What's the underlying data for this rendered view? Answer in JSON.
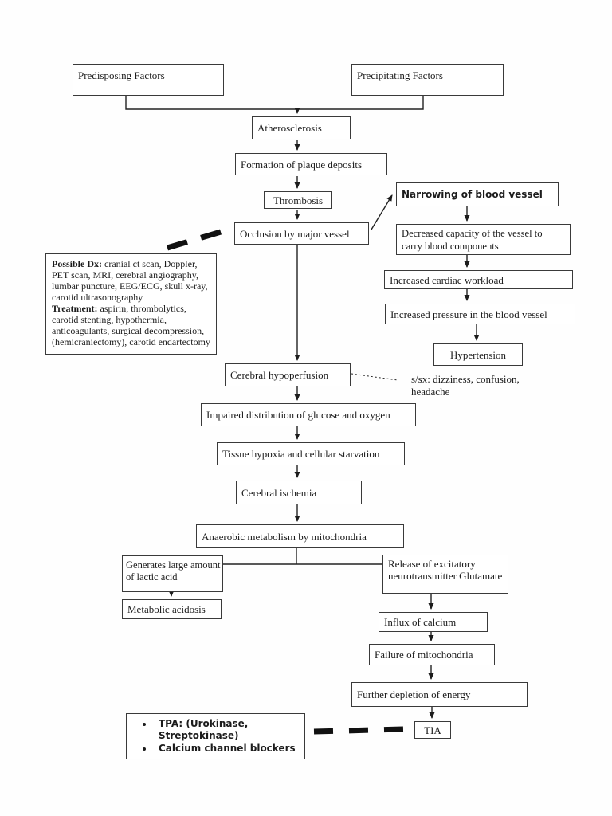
{
  "page": {
    "background": "#ffffff",
    "line_color": "#222222",
    "text_color": "#1c1c1c"
  },
  "flowchart": {
    "nodes": {
      "predisposing": "Predisposing Factors",
      "precipitating": "Precipitating Factors",
      "atherosclerosis": "Atherosclerosis",
      "plaque": "Formation of plaque deposits",
      "thrombosis": "Thrombosis",
      "narrowing": "Narrowing of blood vessel",
      "occlusion": "Occlusion by major vessel",
      "decreased_capacity": "Decreased capacity of the vessel to carry blood components",
      "cardiac_workload": "Increased cardiac workload",
      "vessel_pressure": "Increased pressure in the blood vessel",
      "hypertension": "Hypertension",
      "hypoperfusion": "Cerebral hypoperfusion",
      "impaired_distribution": "Impaired distribution of glucose and oxygen",
      "tissue_hypoxia": "Tissue hypoxia and cellular starvation",
      "ischemia": "Cerebral ischemia",
      "anaerobic": "Anaerobic metabolism by mitochondria",
      "lactic_acid": "Generates large amount of lactic acid",
      "metabolic_acidosis": "Metabolic acidosis",
      "glutamate_release": "Release of excitatory neurotransmitter Glutamate",
      "calcium_influx": "Influx of calcium",
      "mitochondria_failure": "Failure of mitochondria",
      "energy_depletion": "Further depletion of energy",
      "tia": "TIA"
    },
    "dx_note": {
      "dx_label": "Possible Dx:",
      "dx_text": " cranial ct scan, Doppler, PET scan, MRI, cerebral angiography, lumbar puncture, EEG/ECG, skull x-ray, carotid ultrasonography",
      "treatment_label": "Treatment:",
      "treatment_text": " aspirin, thrombolytics, carotid stenting, hypothermia, anticoagulants, surgical decompression, (hemicraniectomy), carotid endartectomy"
    },
    "symptom_note": "s/sx: dizziness, confusion, headache",
    "treatment_box": {
      "bullets": [
        "TPA: (Urokinase, Streptokinase)",
        "Calcium channel blockers"
      ]
    }
  }
}
